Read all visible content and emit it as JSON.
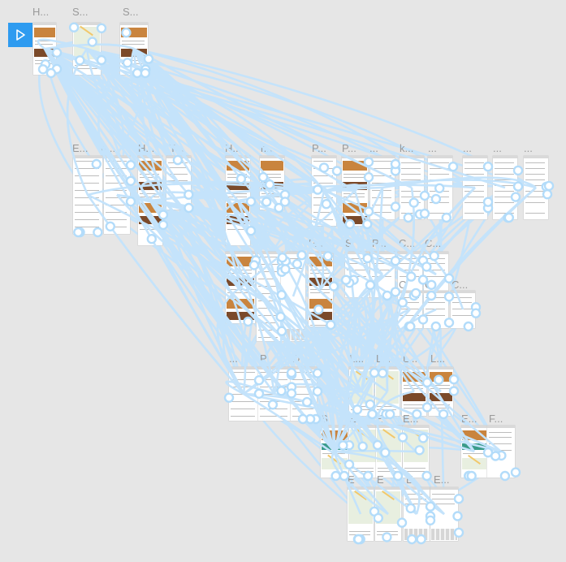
{
  "toolbar": {
    "play_icon": "play-icon",
    "accent": "#2e9bf0"
  },
  "colors": {
    "link": "#c4e3fb",
    "handle_stroke": "#b3dcfa",
    "canvas": "#e6e6e6"
  },
  "frames": [
    {
      "id": "f1",
      "label": "H..."
    },
    {
      "id": "f2",
      "label": "S..."
    },
    {
      "id": "f3",
      "label": "S..."
    },
    {
      "id": "f4",
      "label": "E..."
    },
    {
      "id": "f5",
      "label": "n..."
    },
    {
      "id": "f6",
      "label": "H..."
    },
    {
      "id": "f7",
      "label": "T..."
    },
    {
      "id": "f8",
      "label": "H..."
    },
    {
      "id": "f9",
      "label": "r..."
    },
    {
      "id": "f10",
      "label": "P..."
    },
    {
      "id": "f11",
      "label": "P..."
    },
    {
      "id": "f12",
      "label": "..."
    },
    {
      "id": "f13",
      "label": "k..."
    },
    {
      "id": "f14",
      "label": "..."
    },
    {
      "id": "f15",
      "label": "..."
    },
    {
      "id": "f16",
      "label": "..."
    },
    {
      "id": "f17",
      "label": "..."
    },
    {
      "id": "f18",
      "label": "P..."
    },
    {
      "id": "f19",
      "label": "S"
    },
    {
      "id": "f20",
      "label": "P..."
    },
    {
      "id": "f21",
      "label": "C..."
    },
    {
      "id": "f22",
      "label": "C..."
    },
    {
      "id": "f23",
      "label": "C"
    },
    {
      "id": "f24",
      "label": "C"
    },
    {
      "id": "f25",
      "label": "C..."
    },
    {
      "id": "f26",
      "label": "..."
    },
    {
      "id": "f27",
      "label": "P"
    },
    {
      "id": "f28",
      "label": "D"
    },
    {
      "id": "f29",
      "label": "L..."
    },
    {
      "id": "f30",
      "label": "L..."
    },
    {
      "id": "f31",
      "label": "L..."
    },
    {
      "id": "f32",
      "label": "L..."
    },
    {
      "id": "f33",
      "label": "S"
    },
    {
      "id": "f34",
      "label": "E"
    },
    {
      "id": "f35",
      "label": "E"
    },
    {
      "id": "f36",
      "label": "E..."
    },
    {
      "id": "f37",
      "label": "E..."
    },
    {
      "id": "f38",
      "label": "F..."
    },
    {
      "id": "f39",
      "label": "E"
    },
    {
      "id": "f40",
      "label": "E"
    },
    {
      "id": "f41",
      "label": "E"
    },
    {
      "id": "f42",
      "label": "E..."
    }
  ]
}
